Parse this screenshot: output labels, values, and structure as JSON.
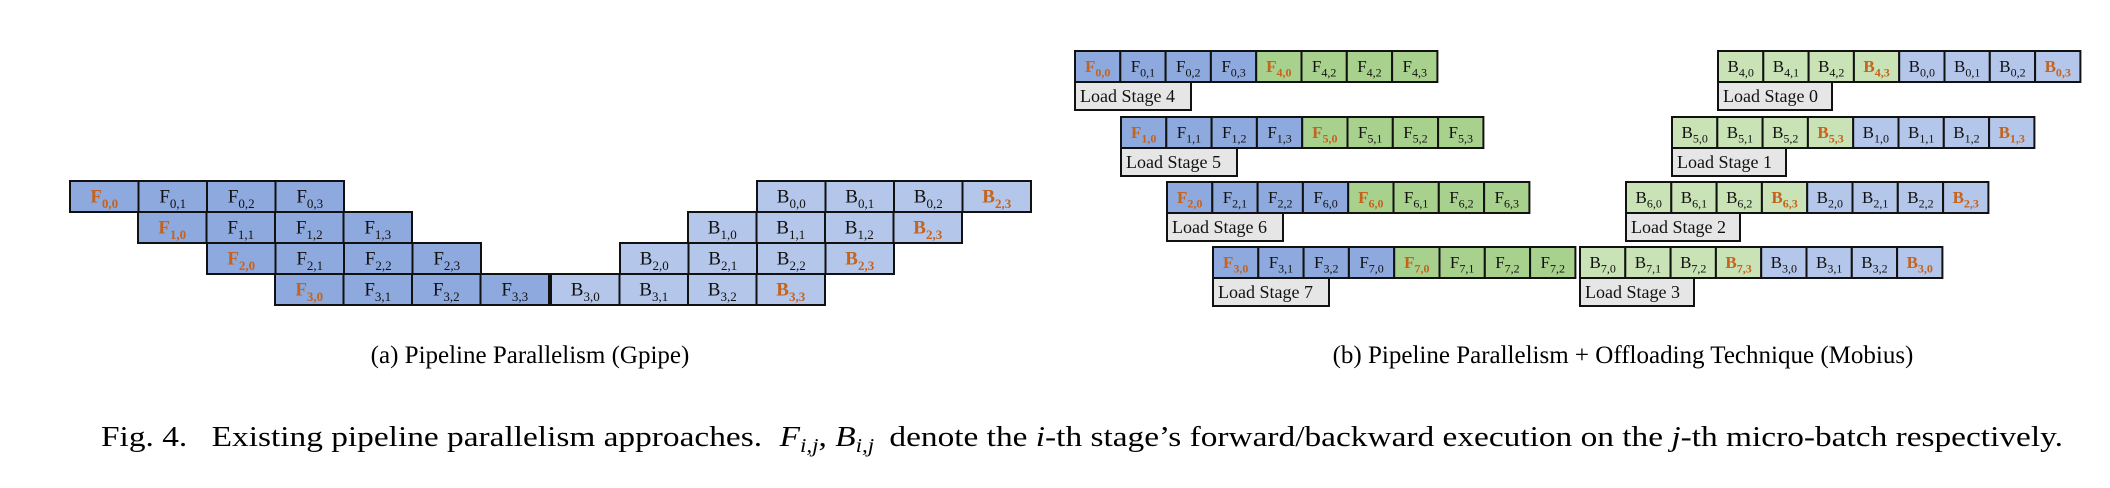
{
  "colors": {
    "blue": "#8ea9dd",
    "light_blue": "#b4c7ea",
    "green": "#a9d18e",
    "light_green": "#c9e3b6",
    "grey": "#e6e6e6",
    "highlight_text": "#c5621b",
    "text": "#111111"
  },
  "panel_a": {
    "subcaption": "(a) Pipeline Parallelism (Gpipe)",
    "cells": [
      {
        "op": "F",
        "i": "0",
        "j": "0",
        "hl": true,
        "fill": "blue"
      },
      {
        "op": "F",
        "i": "0",
        "j": "1",
        "hl": false,
        "fill": "blue"
      },
      {
        "op": "F",
        "i": "0",
        "j": "2",
        "hl": false,
        "fill": "blue"
      },
      {
        "op": "F",
        "i": "0",
        "j": "3",
        "hl": false,
        "fill": "blue"
      },
      {
        "op": "B",
        "i": "0",
        "j": "0",
        "hl": false,
        "fill": "light_blue"
      },
      {
        "op": "B",
        "i": "0",
        "j": "1",
        "hl": false,
        "fill": "light_blue"
      },
      {
        "op": "B",
        "i": "0",
        "j": "2",
        "hl": false,
        "fill": "light_blue"
      },
      {
        "op": "B",
        "i": "2",
        "j": "3",
        "hl": true,
        "fill": "light_blue"
      },
      {
        "op": "F",
        "i": "1",
        "j": "0",
        "hl": true,
        "fill": "blue"
      },
      {
        "op": "F",
        "i": "1",
        "j": "1",
        "hl": false,
        "fill": "blue"
      },
      {
        "op": "F",
        "i": "1",
        "j": "2",
        "hl": false,
        "fill": "blue"
      },
      {
        "op": "F",
        "i": "1",
        "j": "3",
        "hl": false,
        "fill": "blue"
      },
      {
        "op": "B",
        "i": "1",
        "j": "0",
        "hl": false,
        "fill": "light_blue"
      },
      {
        "op": "B",
        "i": "1",
        "j": "1",
        "hl": false,
        "fill": "light_blue"
      },
      {
        "op": "B",
        "i": "1",
        "j": "2",
        "hl": false,
        "fill": "light_blue"
      },
      {
        "op": "B",
        "i": "2",
        "j": "3",
        "hl": true,
        "fill": "light_blue"
      },
      {
        "op": "F",
        "i": "2",
        "j": "0",
        "hl": true,
        "fill": "blue"
      },
      {
        "op": "F",
        "i": "2",
        "j": "1",
        "hl": false,
        "fill": "blue"
      },
      {
        "op": "F",
        "i": "2",
        "j": "2",
        "hl": false,
        "fill": "blue"
      },
      {
        "op": "F",
        "i": "2",
        "j": "3",
        "hl": false,
        "fill": "blue"
      },
      {
        "op": "B",
        "i": "2",
        "j": "0",
        "hl": false,
        "fill": "light_blue"
      },
      {
        "op": "B",
        "i": "2",
        "j": "1",
        "hl": false,
        "fill": "light_blue"
      },
      {
        "op": "B",
        "i": "2",
        "j": "2",
        "hl": false,
        "fill": "light_blue"
      },
      {
        "op": "B",
        "i": "2",
        "j": "3",
        "hl": true,
        "fill": "light_blue"
      },
      {
        "op": "F",
        "i": "3",
        "j": "0",
        "hl": true,
        "fill": "blue"
      },
      {
        "op": "F",
        "i": "3",
        "j": "1",
        "hl": false,
        "fill": "blue"
      },
      {
        "op": "F",
        "i": "3",
        "j": "2",
        "hl": false,
        "fill": "blue"
      },
      {
        "op": "F",
        "i": "3",
        "j": "3",
        "hl": false,
        "fill": "blue"
      },
      {
        "op": "B",
        "i": "3",
        "j": "0",
        "hl": false,
        "fill": "light_blue"
      },
      {
        "op": "B",
        "i": "3",
        "j": "1",
        "hl": false,
        "fill": "light_blue"
      },
      {
        "op": "B",
        "i": "3",
        "j": "2",
        "hl": false,
        "fill": "light_blue"
      },
      {
        "op": "B",
        "i": "3",
        "j": "3",
        "hl": true,
        "fill": "light_blue"
      }
    ]
  },
  "panel_b": {
    "subcaption": "(b) Pipeline Parallelism + Offloading Technique (Mobius)",
    "cells": [
      {
        "op": "F",
        "i": "0",
        "j": "0",
        "hl": true,
        "fill": "blue"
      },
      {
        "op": "F",
        "i": "0",
        "j": "1",
        "hl": false,
        "fill": "blue"
      },
      {
        "op": "F",
        "i": "0",
        "j": "2",
        "hl": false,
        "fill": "blue"
      },
      {
        "op": "F",
        "i": "0",
        "j": "3",
        "hl": false,
        "fill": "blue"
      },
      {
        "op": "F",
        "i": "4",
        "j": "0",
        "hl": true,
        "fill": "green"
      },
      {
        "op": "F",
        "i": "4",
        "j": "2",
        "hl": false,
        "fill": "green"
      },
      {
        "op": "F",
        "i": "4",
        "j": "2",
        "hl": false,
        "fill": "green"
      },
      {
        "op": "F",
        "i": "4",
        "j": "3",
        "hl": false,
        "fill": "green"
      },
      {
        "op": "B",
        "i": "4",
        "j": "0",
        "hl": false,
        "fill": "light_green"
      },
      {
        "op": "B",
        "i": "4",
        "j": "1",
        "hl": false,
        "fill": "light_green"
      },
      {
        "op": "B",
        "i": "4",
        "j": "2",
        "hl": false,
        "fill": "light_green"
      },
      {
        "op": "B",
        "i": "4",
        "j": "3",
        "hl": true,
        "fill": "light_green"
      },
      {
        "op": "B",
        "i": "0",
        "j": "0",
        "hl": false,
        "fill": "light_blue"
      },
      {
        "op": "B",
        "i": "0",
        "j": "1",
        "hl": false,
        "fill": "light_blue"
      },
      {
        "op": "B",
        "i": "0",
        "j": "2",
        "hl": false,
        "fill": "light_blue"
      },
      {
        "op": "B",
        "i": "0",
        "j": "3",
        "hl": true,
        "fill": "light_blue"
      },
      {
        "op": "F",
        "i": "1",
        "j": "0",
        "hl": true,
        "fill": "blue"
      },
      {
        "op": "F",
        "i": "1",
        "j": "1",
        "hl": false,
        "fill": "blue"
      },
      {
        "op": "F",
        "i": "1",
        "j": "2",
        "hl": false,
        "fill": "blue"
      },
      {
        "op": "F",
        "i": "1",
        "j": "3",
        "hl": false,
        "fill": "blue"
      },
      {
        "op": "F",
        "i": "5",
        "j": "0",
        "hl": true,
        "fill": "green"
      },
      {
        "op": "F",
        "i": "5",
        "j": "1",
        "hl": false,
        "fill": "green"
      },
      {
        "op": "F",
        "i": "5",
        "j": "2",
        "hl": false,
        "fill": "green"
      },
      {
        "op": "F",
        "i": "5",
        "j": "3",
        "hl": false,
        "fill": "green"
      },
      {
        "op": "B",
        "i": "5",
        "j": "0",
        "hl": false,
        "fill": "light_green"
      },
      {
        "op": "B",
        "i": "5",
        "j": "1",
        "hl": false,
        "fill": "light_green"
      },
      {
        "op": "B",
        "i": "5",
        "j": "2",
        "hl": false,
        "fill": "light_green"
      },
      {
        "op": "B",
        "i": "5",
        "j": "3",
        "hl": true,
        "fill": "light_green"
      },
      {
        "op": "B",
        "i": "1",
        "j": "0",
        "hl": false,
        "fill": "light_blue"
      },
      {
        "op": "B",
        "i": "1",
        "j": "1",
        "hl": false,
        "fill": "light_blue"
      },
      {
        "op": "B",
        "i": "1",
        "j": "2",
        "hl": false,
        "fill": "light_blue"
      },
      {
        "op": "B",
        "i": "1",
        "j": "3",
        "hl": true,
        "fill": "light_blue"
      },
      {
        "op": "F",
        "i": "2",
        "j": "0",
        "hl": true,
        "fill": "blue"
      },
      {
        "op": "F",
        "i": "2",
        "j": "1",
        "hl": false,
        "fill": "blue"
      },
      {
        "op": "F",
        "i": "2",
        "j": "2",
        "hl": false,
        "fill": "blue"
      },
      {
        "op": "F",
        "i": "6",
        "j": "0",
        "hl": false,
        "fill": "blue"
      },
      {
        "op": "F",
        "i": "6",
        "j": "0",
        "hl": true,
        "fill": "green"
      },
      {
        "op": "F",
        "i": "6",
        "j": "1",
        "hl": false,
        "fill": "green"
      },
      {
        "op": "F",
        "i": "6",
        "j": "2",
        "hl": false,
        "fill": "green"
      },
      {
        "op": "F",
        "i": "6",
        "j": "3",
        "hl": false,
        "fill": "green"
      },
      {
        "op": "B",
        "i": "6",
        "j": "0",
        "hl": false,
        "fill": "light_green"
      },
      {
        "op": "B",
        "i": "6",
        "j": "1",
        "hl": false,
        "fill": "light_green"
      },
      {
        "op": "B",
        "i": "6",
        "j": "2",
        "hl": false,
        "fill": "light_green"
      },
      {
        "op": "B",
        "i": "6",
        "j": "3",
        "hl": true,
        "fill": "light_green"
      },
      {
        "op": "B",
        "i": "2",
        "j": "0",
        "hl": false,
        "fill": "light_blue"
      },
      {
        "op": "B",
        "i": "2",
        "j": "1",
        "hl": false,
        "fill": "light_blue"
      },
      {
        "op": "B",
        "i": "2",
        "j": "2",
        "hl": false,
        "fill": "light_blue"
      },
      {
        "op": "B",
        "i": "2",
        "j": "3",
        "hl": true,
        "fill": "light_blue"
      },
      {
        "op": "F",
        "i": "3",
        "j": "0",
        "hl": true,
        "fill": "blue"
      },
      {
        "op": "F",
        "i": "3",
        "j": "1",
        "hl": false,
        "fill": "blue"
      },
      {
        "op": "F",
        "i": "3",
        "j": "2",
        "hl": false,
        "fill": "blue"
      },
      {
        "op": "F",
        "i": "7",
        "j": "0",
        "hl": false,
        "fill": "blue"
      },
      {
        "op": "F",
        "i": "7",
        "j": "0",
        "hl": true,
        "fill": "green"
      },
      {
        "op": "F",
        "i": "7",
        "j": "1",
        "hl": false,
        "fill": "green"
      },
      {
        "op": "F",
        "i": "7",
        "j": "2",
        "hl": false,
        "fill": "green"
      },
      {
        "op": "F",
        "i": "7",
        "j": "2",
        "hl": false,
        "fill": "green"
      },
      {
        "op": "B",
        "i": "7",
        "j": "0",
        "hl": false,
        "fill": "light_green"
      },
      {
        "op": "B",
        "i": "7",
        "j": "1",
        "hl": false,
        "fill": "light_green"
      },
      {
        "op": "B",
        "i": "7",
        "j": "2",
        "hl": false,
        "fill": "light_green"
      },
      {
        "op": "B",
        "i": "7",
        "j": "3",
        "hl": true,
        "fill": "light_green"
      },
      {
        "op": "B",
        "i": "3",
        "j": "0",
        "hl": false,
        "fill": "light_blue"
      },
      {
        "op": "B",
        "i": "3",
        "j": "1",
        "hl": false,
        "fill": "light_blue"
      },
      {
        "op": "B",
        "i": "3",
        "j": "2",
        "hl": false,
        "fill": "light_blue"
      },
      {
        "op": "B",
        "i": "3",
        "j": "0",
        "hl": true,
        "fill": "light_blue"
      }
    ],
    "load_labels": [
      "Load Stage 4",
      "Load Stage 0",
      "Load Stage 5",
      "Load Stage 1",
      "Load Stage 6",
      "Load Stage 2",
      "Load Stage 7",
      "Load Stage 3"
    ]
  },
  "caption": {
    "prefix": "Fig. 4.",
    "text_1": "Existing pipeline parallelism approaches.",
    "math_F": "F",
    "math_B": "B",
    "sub_ij": "i,j",
    "comma": ",",
    "text_2": "denote the",
    "math_i": "i",
    "text_3": "-th stage’s forward/backward execution on the",
    "math_j": "j",
    "text_4": "-th micro-batch respectively."
  }
}
